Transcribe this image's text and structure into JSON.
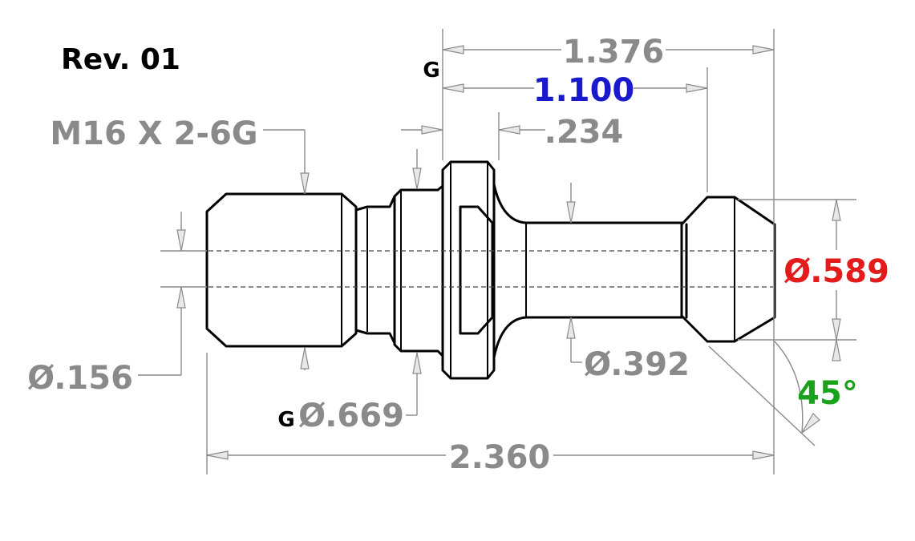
{
  "revision": "Rev. 01",
  "colors": {
    "default_dim": "#8a8a8a",
    "blue": "#1a1acc",
    "red": "#e31b1b",
    "green": "#1aa31a",
    "outline": "#000000"
  },
  "dimensions": {
    "overall_length": "2.360",
    "flange_to_end": "1.376",
    "flange_to_head": "1.100",
    "flange_width": ".234",
    "thread_callout": "M16 X 2-6G",
    "center_bore": "Ø.156",
    "collar_dia": "Ø.669",
    "neck_dia": "Ø.392",
    "head_dia": "Ø.589",
    "chamfer_angle": "45°"
  },
  "datum_marks": {
    "top": "G",
    "bottom": "G"
  }
}
